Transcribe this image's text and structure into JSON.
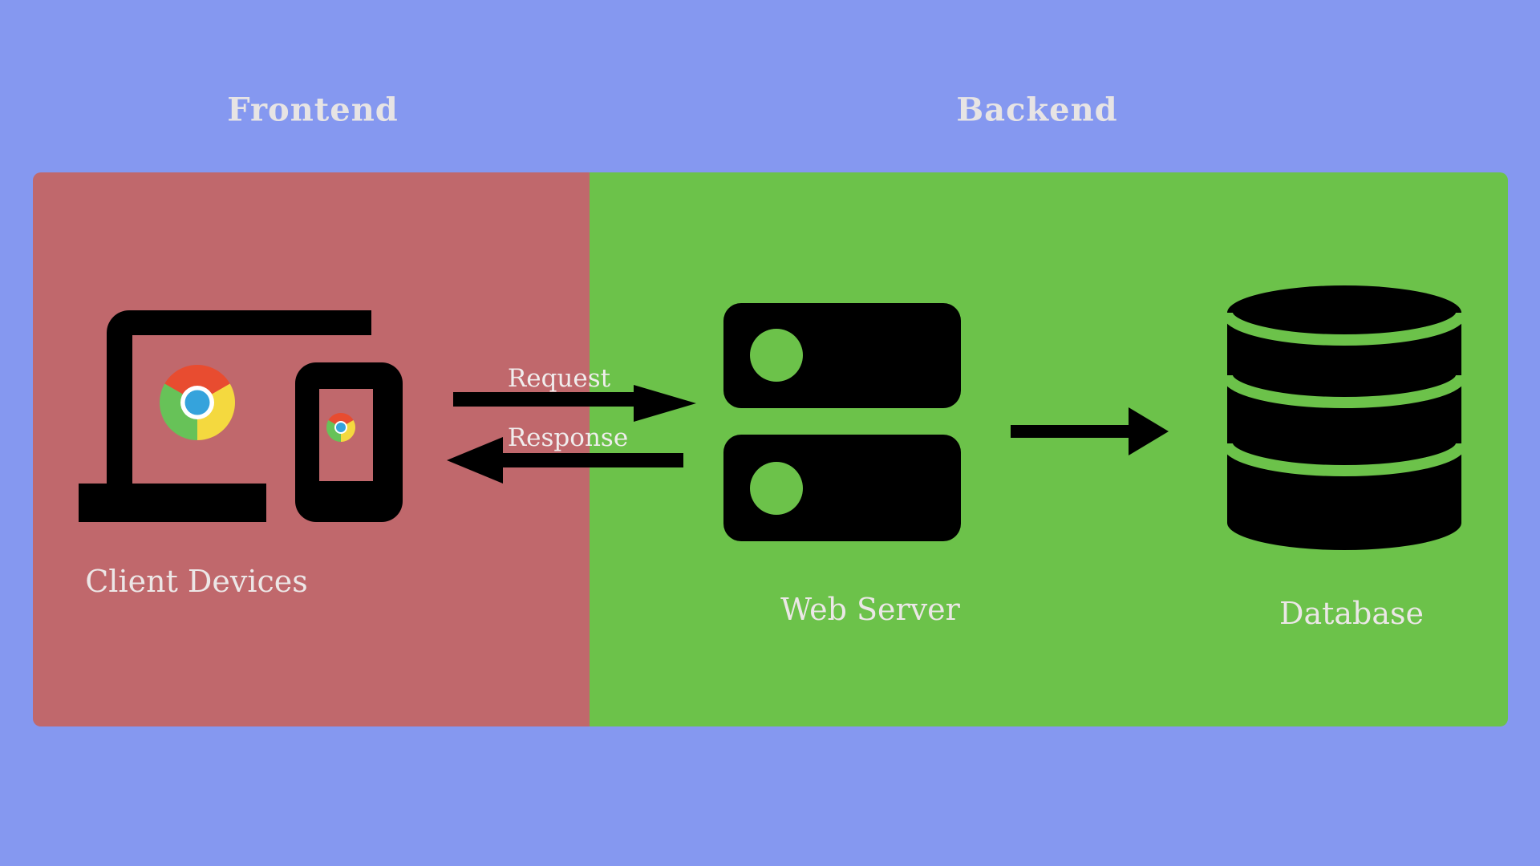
{
  "diagram": {
    "title": "Frontend / Backend web architecture diagram",
    "background_color": "#8598f0",
    "sections": [
      {
        "id": "frontend",
        "label": "Frontend",
        "panel_color": "#c0686c"
      },
      {
        "id": "backend",
        "label": "Backend",
        "panel_color": "#6cc24a"
      }
    ],
    "nodes": [
      {
        "id": "client-devices",
        "label": "Client Devices",
        "section": "frontend",
        "icon": "laptop-and-smartphone-with-chrome-logo-icon"
      },
      {
        "id": "web-server",
        "label": "Web Server",
        "section": "backend",
        "icon": "server-rack-icon"
      },
      {
        "id": "database",
        "label": "Database",
        "section": "backend",
        "icon": "database-cylinder-icon"
      }
    ],
    "arrows": [
      {
        "id": "request",
        "label": "Request",
        "from": "client-devices",
        "to": "web-server",
        "direction": "right"
      },
      {
        "id": "response",
        "label": "Response",
        "from": "web-server",
        "to": "client-devices",
        "direction": "left"
      },
      {
        "id": "server-to-database",
        "label": "",
        "from": "web-server",
        "to": "database",
        "direction": "right"
      }
    ],
    "colors": {
      "arrow": "#000000",
      "icon_black": "#000000",
      "label_text": "#ece7e7",
      "chrome_red": "#e84c30",
      "chrome_yellow": "#f4d93f",
      "chrome_green": "#67c258",
      "chrome_blue": "#35a3dc",
      "chrome_ring": "#ffffff"
    }
  }
}
